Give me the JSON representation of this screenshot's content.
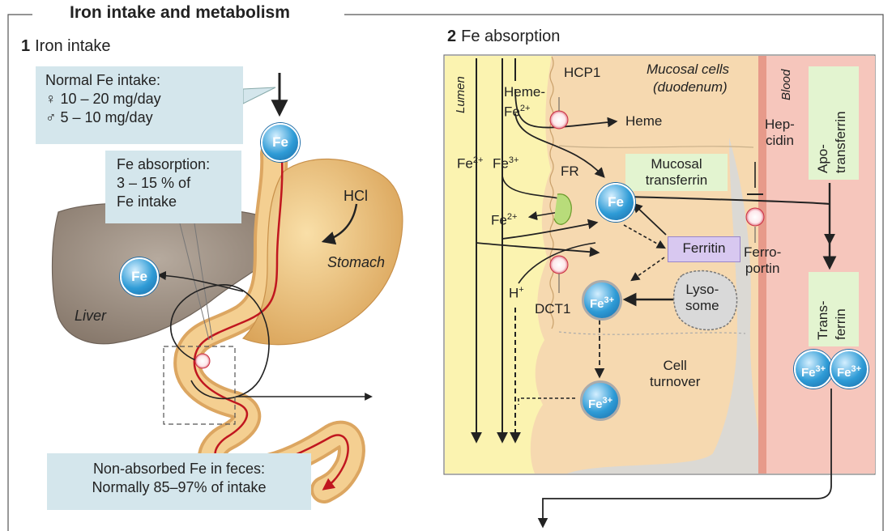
{
  "title": "Iron intake and metabolism",
  "section1": {
    "number": "1",
    "title": "Iron intake"
  },
  "section2": {
    "number": "2",
    "title": "Fe absorption"
  },
  "intake_box": {
    "line1": "Normal Fe intake:",
    "female": "♀  10 – 20 mg/day",
    "male": "♂   5 – 10 mg/day"
  },
  "absorption_box": {
    "line1": "Fe absorption:",
    "line2": "3 – 15 % of",
    "line3": "Fe intake"
  },
  "feces_box": {
    "line1": "Non-absorbed Fe in feces:",
    "line2": "Normally 85–97% of intake"
  },
  "organs": {
    "liver": "Liver",
    "stomach": "Stomach",
    "hcl": "HCl"
  },
  "fe_symbol": "Fe",
  "fe3_symbol": "Fe",
  "fe3_charge": "3+",
  "absorption_labels": {
    "lumen": "Lumen",
    "mucosal_cells": "Mucosal cells",
    "duodenum": "(duodenum)",
    "blood": "Blood",
    "hcp1": "HCP1",
    "heme_fe_line1": "Heme-",
    "heme_fe_line2": "Fe",
    "heme": "Heme",
    "fe2": "Fe",
    "fe3": "Fe",
    "charge2": "2+",
    "charge3": "3+",
    "fr": "FR",
    "h_plus": "H",
    "plus": "+",
    "dct1": "DCT1",
    "mucosal_transferrin_1": "Mucosal",
    "mucosal_transferrin_2": "transferrin",
    "ferritin": "Ferritin",
    "lysosome_1": "Lyso-",
    "lysosome_2": "some",
    "cell_turnover_1": "Cell",
    "cell_turnover_2": "turnover",
    "hepcidin_1": "Hep-",
    "hepcidin_2": "cidin",
    "ferroportin_1": "Ferro-",
    "ferroportin_2": "portin",
    "apotransferrin_1": "Apo-",
    "apotransferrin_2": "transferrin",
    "transferrin_1": "Trans-",
    "transferrin_2": "ferrin"
  },
  "colors": {
    "accent_fe": "#2e9bd6",
    "stomach": "#e8b86a",
    "liver": "#9a8c80",
    "lumen": "#fbf3b0",
    "cells": "#f6d9b0",
    "blood": "#f6c6bc",
    "box": "#d4e6ec",
    "tract_line": "#c0161f"
  }
}
